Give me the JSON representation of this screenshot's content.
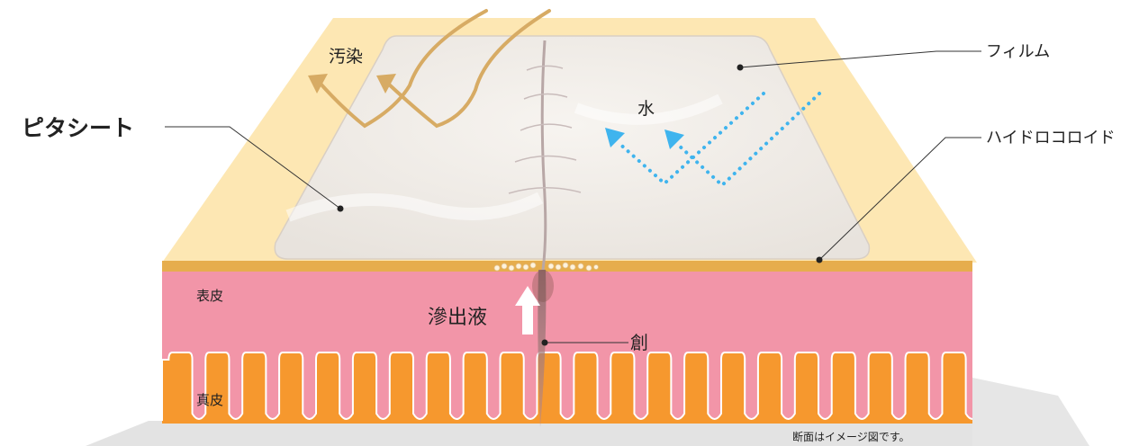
{
  "labels": {
    "pita_sheet": "ピタシート",
    "contamination": "汚染",
    "film": "フィルム",
    "water": "水",
    "hydrocolloid": "ハイドロコロイド",
    "epidermis": "表皮",
    "exudate": "滲出液",
    "wound": "創",
    "dermis": "真皮",
    "note": "断面はイメージ図です。"
  },
  "colors": {
    "sheet_outer": "#fde7b3",
    "film": "#efebe6",
    "hydrocolloid_edge": "#e6ad4d",
    "epidermis": "#f295a8",
    "dermis": "#f6982e",
    "water_arrow": "#3fb4ee",
    "contamination_arrow": "#d7ab64",
    "base_shadow": "#e6e6e6"
  },
  "icons": [
    "contamination-arrow-icon",
    "water-arrow-icon",
    "exudate-up-arrow-icon"
  ]
}
